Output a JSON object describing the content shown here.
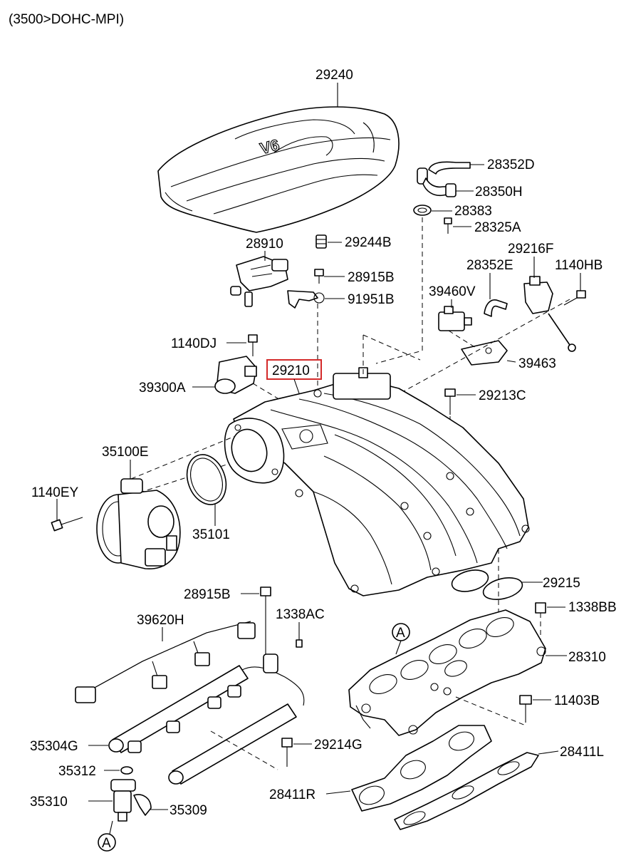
{
  "header": "(3500>DOHC-MPI)",
  "highlight_color": "#d42a2a",
  "cover_badge": "V6",
  "reference_marker": "A",
  "parts": {
    "p29240": "29240",
    "p28352D": "28352D",
    "p28350H": "28350H",
    "p28383": "28383",
    "p28325A": "28325A",
    "p28910": "28910",
    "p29244B": "29244B",
    "p29216F": "29216F",
    "p28352E": "28352E",
    "p1140HB": "1140HB",
    "p28915B_top": "28915B",
    "p39460V": "39460V",
    "p91951B": "91951B",
    "p1140DJ": "1140DJ",
    "p29210": "29210",
    "p39463": "39463",
    "p39300A": "39300A",
    "p29213C": "29213C",
    "p35100E": "35100E",
    "p1140EY": "1140EY",
    "p35101": "35101",
    "p29215": "29215",
    "p28915B_low": "28915B",
    "p1338AC": "1338AC",
    "p1338BB": "1338BB",
    "p39620H": "39620H",
    "p28310": "28310",
    "p11403B": "11403B",
    "p35304G": "35304G",
    "p29214G": "29214G",
    "p28411L": "28411L",
    "p35312": "35312",
    "p28411R": "28411R",
    "p35310": "35310",
    "p35309": "35309"
  }
}
